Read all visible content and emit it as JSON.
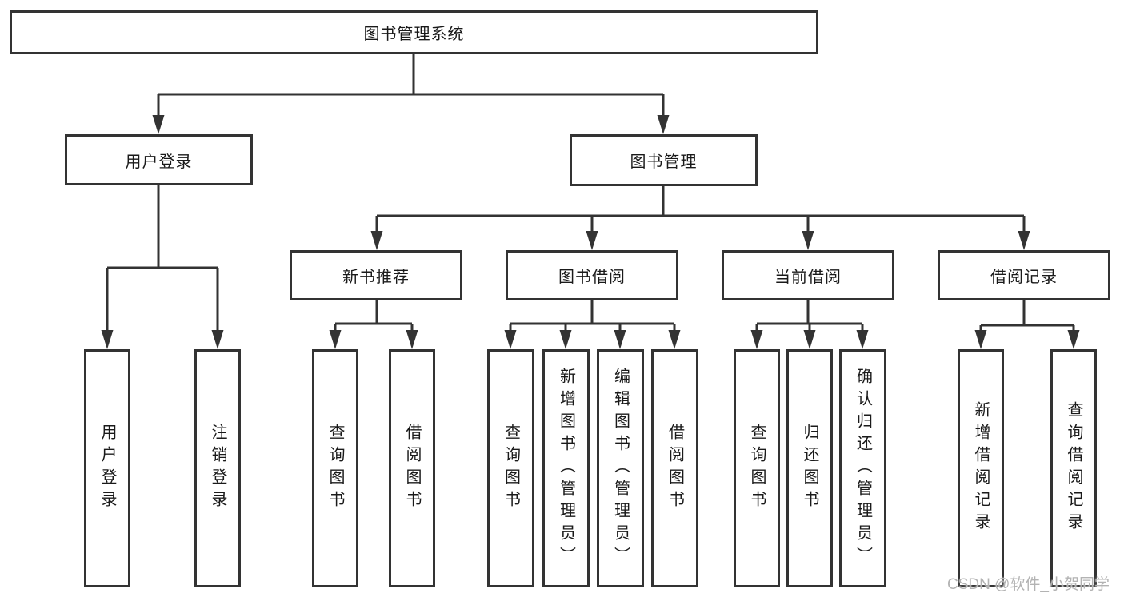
{
  "colors": {
    "line": "#333333",
    "box_border": "#333333",
    "text": "#1a1a1a",
    "background": "#ffffff",
    "watermark_text_color": "#b3b3b3"
  },
  "tree": {
    "label": "图书管理系统",
    "children": [
      {
        "label": "用户登录",
        "children": [
          {
            "label": "用户登录"
          },
          {
            "label": "注销登录"
          }
        ]
      },
      {
        "label": "图书管理",
        "children": [
          {
            "label": "新书推荐",
            "children": [
              {
                "label": "查询图书"
              },
              {
                "label": "借阅图书"
              }
            ]
          },
          {
            "label": "图书借阅",
            "children": [
              {
                "label": "查询图书"
              },
              {
                "label": "新增图书（管理员）"
              },
              {
                "label": "编辑图书（管理员）"
              },
              {
                "label": "借阅图书"
              }
            ]
          },
          {
            "label": "当前借阅",
            "children": [
              {
                "label": "查询图书"
              },
              {
                "label": "归还图书"
              },
              {
                "label": "确认归还（管理员）"
              }
            ]
          },
          {
            "label": "借阅记录",
            "children": [
              {
                "label": "新增借阅记录"
              },
              {
                "label": "查询借阅记录"
              }
            ]
          }
        ]
      }
    ]
  },
  "watermark": {
    "text": "CSDN @软件_小贺同学"
  }
}
